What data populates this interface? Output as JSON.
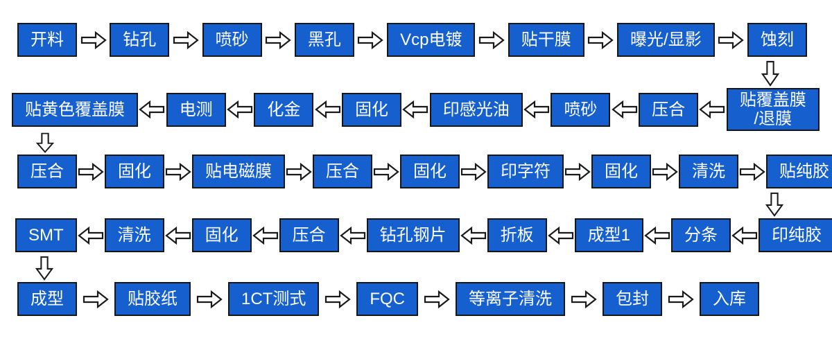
{
  "colors": {
    "box_fill": "#1560ce",
    "box_border": "#161616",
    "box_text": "#ffffff",
    "arrow_fill": "#ffffff",
    "arrow_stroke": "#1a1a1a",
    "background": "#ffffff"
  },
  "icons": {
    "flow_arrow_right": "hollow-block-arrow-right",
    "flow_arrow_left": "hollow-block-arrow-left",
    "flow_arrow_down": "hollow-block-arrow-down"
  },
  "rows": [
    {
      "direction": "right",
      "steps": [
        "开料",
        "钻孔",
        "喷砂",
        "黑孔",
        "Vcp电镀",
        "贴干膜",
        "曝光/显影",
        "蚀刻"
      ]
    },
    {
      "direction": "left",
      "steps": [
        "贴黄色覆盖膜",
        "电测",
        "化金",
        "固化",
        "印感光油",
        "喷砂",
        "压合",
        "贴覆盖膜\n/退膜"
      ]
    },
    {
      "direction": "right",
      "steps": [
        "压合",
        "固化",
        "贴电磁膜",
        "压合",
        "固化",
        "印字符",
        "固化",
        "清洗",
        "贴纯胶"
      ]
    },
    {
      "direction": "left",
      "steps": [
        "SMT",
        "清洗",
        "固化",
        "压合",
        "钻孔钢片",
        "折板",
        "成型1",
        "分条",
        "印纯胶"
      ]
    },
    {
      "direction": "right",
      "steps": [
        "成型",
        "贴胶纸",
        "1CT测式",
        "FQC",
        "等离子清洗",
        "包封",
        "入库"
      ]
    }
  ],
  "row_connectors": [
    {
      "from": "蚀刻",
      "to": "贴覆盖膜/退膜",
      "position": "right"
    },
    {
      "from": "贴黄色覆盖膜",
      "to": "压合",
      "position": "left"
    },
    {
      "from": "贴纯胶",
      "to": "印纯胶",
      "position": "right"
    },
    {
      "from": "SMT",
      "to": "成型",
      "position": "left"
    }
  ]
}
